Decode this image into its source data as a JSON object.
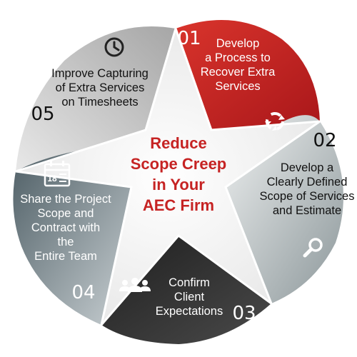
{
  "center": {
    "lines": [
      "Reduce",
      "Scope Creep",
      "in Your",
      "AEC Firm"
    ]
  },
  "segments": [
    {
      "number": "01",
      "lines": [
        "Develop",
        "a Process to",
        "Recover Extra",
        "Services"
      ],
      "icon": "cycle-arrows-icon",
      "fill": "#c41f1f"
    },
    {
      "number": "02",
      "lines": [
        "Develop a",
        "Clearly Defined",
        "Scope of Services",
        "and Estimate"
      ],
      "icon": "magnifier-icon",
      "fill": "#9aa5a8"
    },
    {
      "number": "03",
      "lines": [
        "Confirm",
        "Client",
        "Expectations"
      ],
      "icon": "people-group-icon",
      "fill": "#2c2c2c"
    },
    {
      "number": "04",
      "lines": [
        "Share the Project",
        "Scope and",
        "Contract with",
        "the",
        "Entire Team"
      ],
      "icon": "calendar-icon",
      "calendar_day": "18",
      "fill": "#6d7b80"
    },
    {
      "number": "05",
      "lines": [
        "Improve Capturing",
        "of Extra Services",
        "on Timesheets"
      ],
      "icon": "clock-icon",
      "fill": "#cbcbcb"
    }
  ]
}
